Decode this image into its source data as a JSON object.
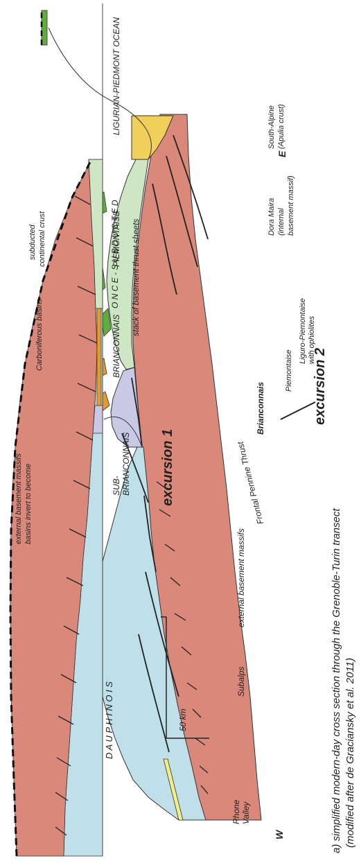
{
  "caption": {
    "line1": "a)  simplified modern-day cross section through the Grenoble-Turin transect",
    "line2": "(modified after de Graciansky et al. 2011)"
  },
  "orientation": {
    "west": "W",
    "east": "E"
  },
  "scale_bar": {
    "label": "50 km"
  },
  "excursions": {
    "one": "excursion 1",
    "two": "excursion 2"
  },
  "upper_section": {
    "labels": {
      "rhone_valley_1": "Rhone",
      "rhone_valley_2": "Valley",
      "subalps": "Subalps",
      "external_massifs": "external basement massifs",
      "frontal_thrust": "Frontal Pennine Thrust",
      "brianconnais": "Brianconnais",
      "piemontaise": "Piemontaise",
      "ligurian_1": "Liguro-Piemontaise",
      "ligurian_2": "with ophiolites",
      "dora_1": "Dora Maira",
      "dora_2": "(internal",
      "dora_3": "basement massif)",
      "south_alpine_1": "South-Alpine",
      "south_alpine_2": "(Apulia crust)",
      "stack": "stack of basement thrust sheets",
      "once_subducted": "O N C E -  S U B D U C T E D"
    }
  },
  "lower_section": {
    "labels": {
      "dauphinois": "D A U P H I N O I S",
      "sub_brianconnais_1": "SUB-",
      "sub_brianconnais_2": "BRIANCONNAIS",
      "brianconnais": "BRIANCONNAIS",
      "piemontaise": "PIEMONTAISE",
      "ligurian": "LIGURIAN-PIEDMONT OCEAN",
      "carboniferous": "Carboniferous basins",
      "continental_crust_1": "continental crust",
      "continental_crust_2": "subducted",
      "basins_invert_1": "basins invert to become",
      "basins_invert_2": "external basement massifs"
    }
  },
  "colors": {
    "basement": "#d9887a",
    "cover": "#bfe0e8",
    "brianconnais_cover": "#c9c9e6",
    "piemont": "#cfe6c4",
    "ophiolite": "#5fae3a",
    "south_alpine": "#f0cf5a",
    "carboniferous": "#e39a2e",
    "yellow_band": "#f3ec8a"
  }
}
